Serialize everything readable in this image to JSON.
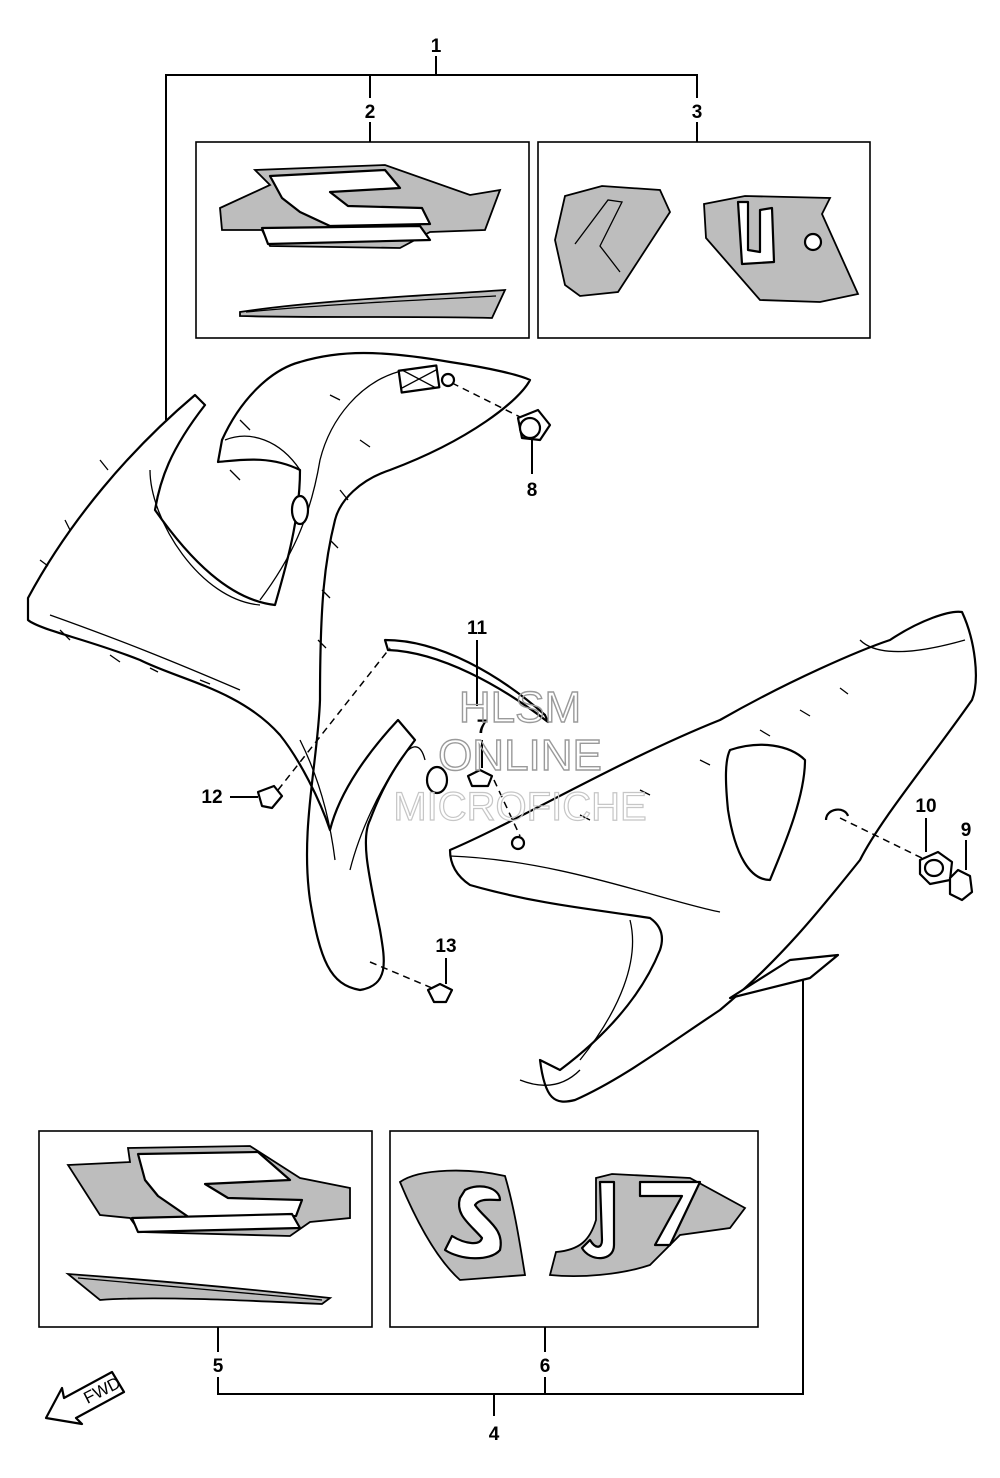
{
  "callouts": {
    "c1": "1",
    "c2": "2",
    "c3": "3",
    "c4": "4",
    "c5": "5",
    "c6": "6",
    "c7": "7",
    "c8": "8",
    "c9": "9",
    "c10": "10",
    "c11": "11",
    "c12": "12",
    "c13": "13"
  },
  "watermark": {
    "line1": "HLSM",
    "line2": "ONLINE",
    "line3": "MICROFICHE"
  },
  "direction": {
    "label": "FWD",
    "icon": "arrow-down-left-icon"
  },
  "colors": {
    "line": "#000000",
    "watermark": "#9a9a9a",
    "decal_fill": "#bdbdbd"
  }
}
